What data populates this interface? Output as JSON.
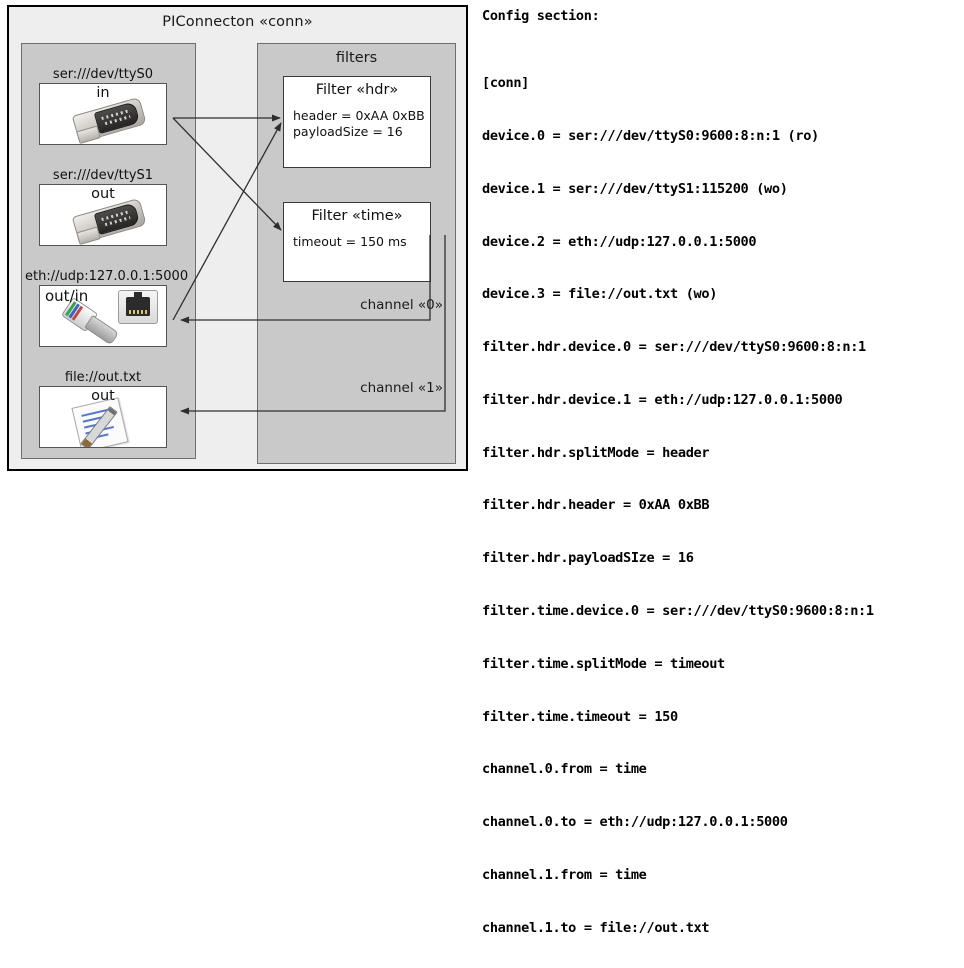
{
  "diagram": {
    "title": "PIConnecton «conn»",
    "devices_panel": {
      "devices": [
        {
          "label": "ser:///dev/ttyS0",
          "direction": "in",
          "icon": "serial-port-icon"
        },
        {
          "label": "ser:///dev/ttyS1",
          "direction": "out",
          "icon": "serial-port-icon"
        },
        {
          "label": "eth://udp:127.0.0.1:5000",
          "direction": "out/in",
          "icon": "ethernet-icon"
        },
        {
          "label": "file://out.txt",
          "direction": "out",
          "icon": "document-icon"
        }
      ]
    },
    "filters_panel": {
      "title": "filters",
      "filters": [
        {
          "title": "Filter «hdr»",
          "props": [
            "header = 0xAA 0xBB",
            "payloadSize = 16"
          ]
        },
        {
          "title": "Filter «time»",
          "props": [
            "timeout = 150 ms"
          ]
        }
      ],
      "channels": [
        {
          "label": "channel «0»"
        },
        {
          "label": "channel «1»"
        }
      ]
    }
  },
  "config": {
    "heading": "Config section:",
    "lines": [
      "[conn]",
      "device.0 = ser:///dev/ttyS0:9600:8:n:1 (ro)",
      "device.1 = ser:///dev/ttyS1:115200 (wo)",
      "device.2 = eth://udp:127.0.0.1:5000",
      "device.3 = file://out.txt (wo)",
      "filter.hdr.device.0 = ser:///dev/ttyS0:9600:8:n:1",
      "filter.hdr.device.1 = eth://udp:127.0.0.1:5000",
      "filter.hdr.splitMode = header",
      "filter.hdr.header = 0xAA 0xBB",
      "filter.hdr.payloadSIze = 16",
      "filter.time.device.0 = ser:///dev/ttyS0:9600:8:n:1",
      "filter.time.splitMode = timeout",
      "filter.time.timeout = 150",
      "channel.0.from = time",
      "channel.0.to = eth://udp:127.0.0.1:5000",
      "channel.1.from = time",
      "channel.1.to = file://out.txt"
    ]
  },
  "colors": {
    "frame_border": "#000000",
    "panel_fill": "#c9c9c9",
    "panel_border": "#6e6e6e",
    "root_fill": "#eeeeee",
    "box_fill": "#ffffff",
    "connector": "#3a3a3a"
  }
}
